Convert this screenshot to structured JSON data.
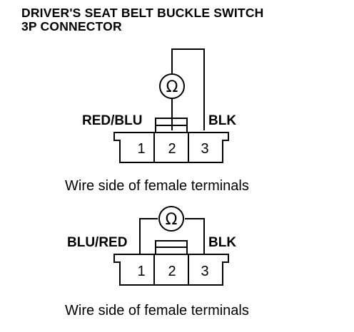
{
  "title": {
    "line1": "DRIVER'S SEAT BELT BUCKLE SWITCH",
    "line2": "3P CONNECTOR"
  },
  "meter_symbol": "Ω",
  "diagram_1": {
    "left_wire_label": "RED/BLU",
    "right_wire_label": "BLK",
    "pins": [
      "1",
      "2",
      "3"
    ],
    "caption": "Wire side of female terminals"
  },
  "diagram_2": {
    "left_wire_label": "BLU/RED",
    "right_wire_label": "BLK",
    "pins": [
      "1",
      "2",
      "3"
    ],
    "caption": "Wire side of female terminals"
  }
}
